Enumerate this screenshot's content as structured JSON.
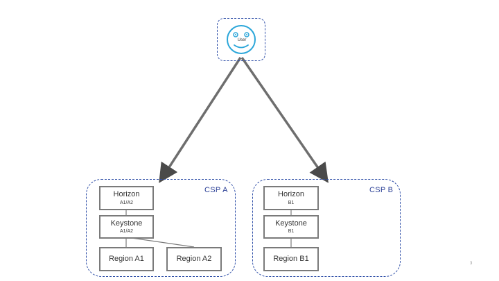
{
  "user": {
    "label": "User",
    "icon": "smiley-face-icon",
    "color": "#2aa6d9"
  },
  "csp_a": {
    "label": "CSP A",
    "horizon": {
      "name": "Horizon",
      "scope": "A1/A2"
    },
    "keystone": {
      "name": "Keystone",
      "scope": "A1/A2"
    },
    "regions": [
      "Region A1",
      "Region A2"
    ]
  },
  "csp_b": {
    "label": "CSP B",
    "horizon": {
      "name": "Horizon",
      "scope": "B1"
    },
    "keystone": {
      "name": "Keystone",
      "scope": "B1"
    },
    "regions": [
      "Region B1"
    ]
  },
  "page_number": "3",
  "colors": {
    "dashed_border": "#2f4fa8",
    "csp_label": "#2a3f96",
    "box_border": "#7a7a7a",
    "arrow": "#6e6e6e"
  }
}
